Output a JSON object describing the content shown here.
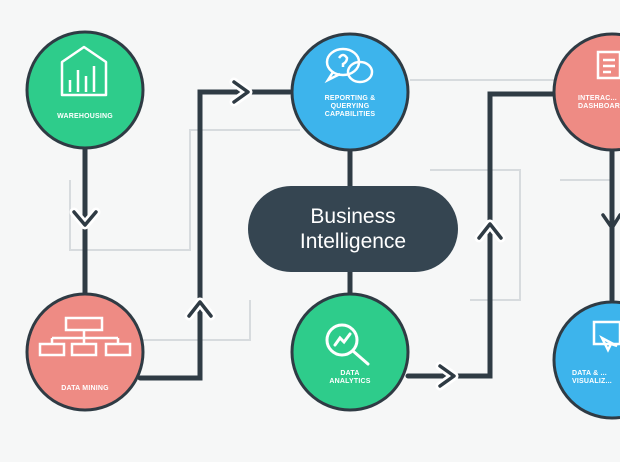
{
  "center": {
    "line1": "Business",
    "line2": "Intelligence"
  },
  "nodes": {
    "warehousing": {
      "label": "Warehousing",
      "icon": "warehouse-chart-icon",
      "color": "#2ecc8b"
    },
    "reporting": {
      "label": "Reporting & Querying Capabilities",
      "icon": "chat-question-icon",
      "color": "#3db4ec"
    },
    "interactive": {
      "label": "Interac... Dashboards",
      "icon": "dashboard-icon",
      "color": "#ee8b84"
    },
    "data_mining": {
      "label": "Data Mining",
      "icon": "hierarchy-icon",
      "color": "#ee8b84"
    },
    "data_analytics": {
      "label": "Data Analytics",
      "icon": "magnifier-icon",
      "color": "#2ecc8b"
    },
    "visualization": {
      "label": "Data & ... Visualiz...",
      "icon": "chart-cursor-icon",
      "color": "#3db4ec"
    }
  },
  "colors": {
    "center_pill": "#354551",
    "connector": "#2f3b44",
    "grid_line": "#d7dbde"
  }
}
